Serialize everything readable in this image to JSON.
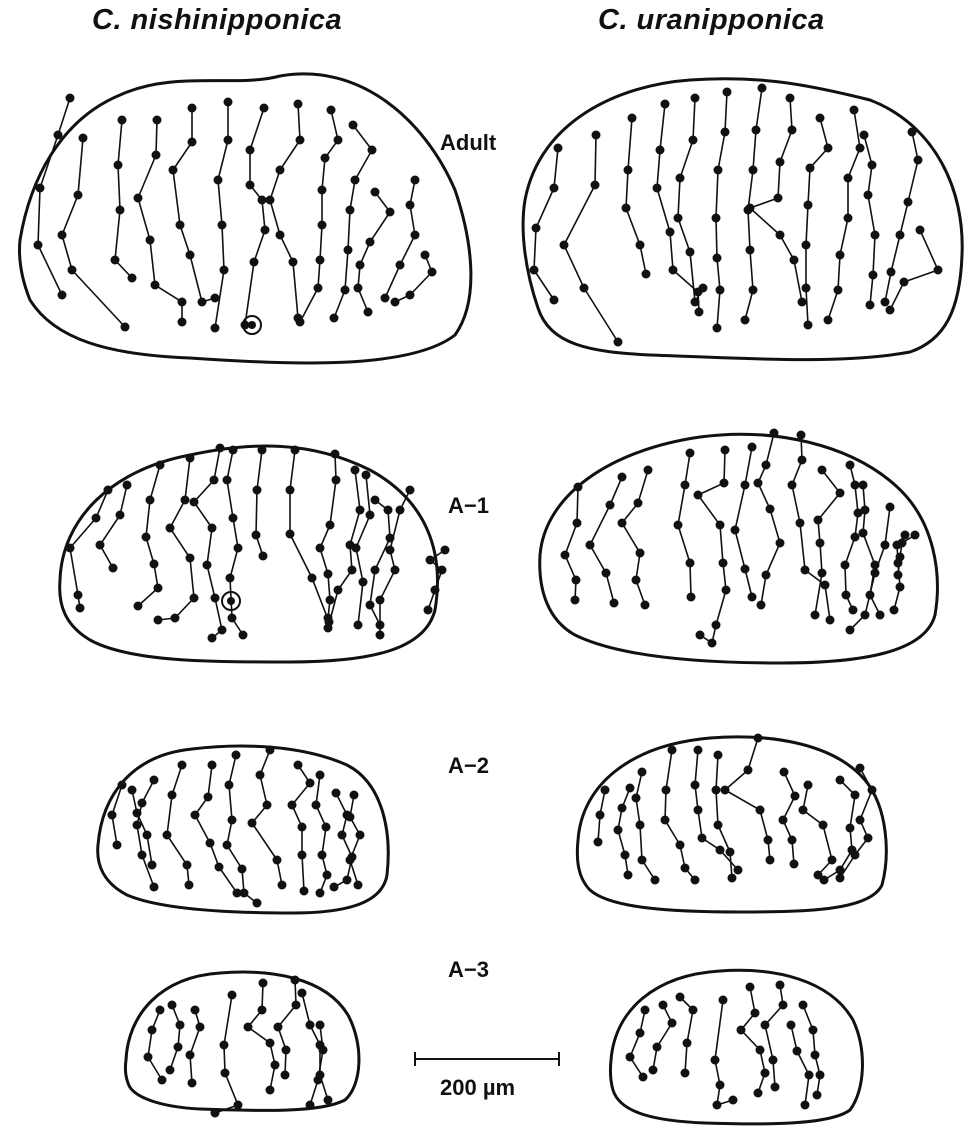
{
  "species": {
    "left": "C. nishinipponica",
    "right": "C. uranipponica"
  },
  "stages": {
    "adult": "Adult",
    "a1": "A−1",
    "a2": "A−2",
    "a3": "A−3"
  },
  "scale": {
    "label": "200 µm"
  }
}
